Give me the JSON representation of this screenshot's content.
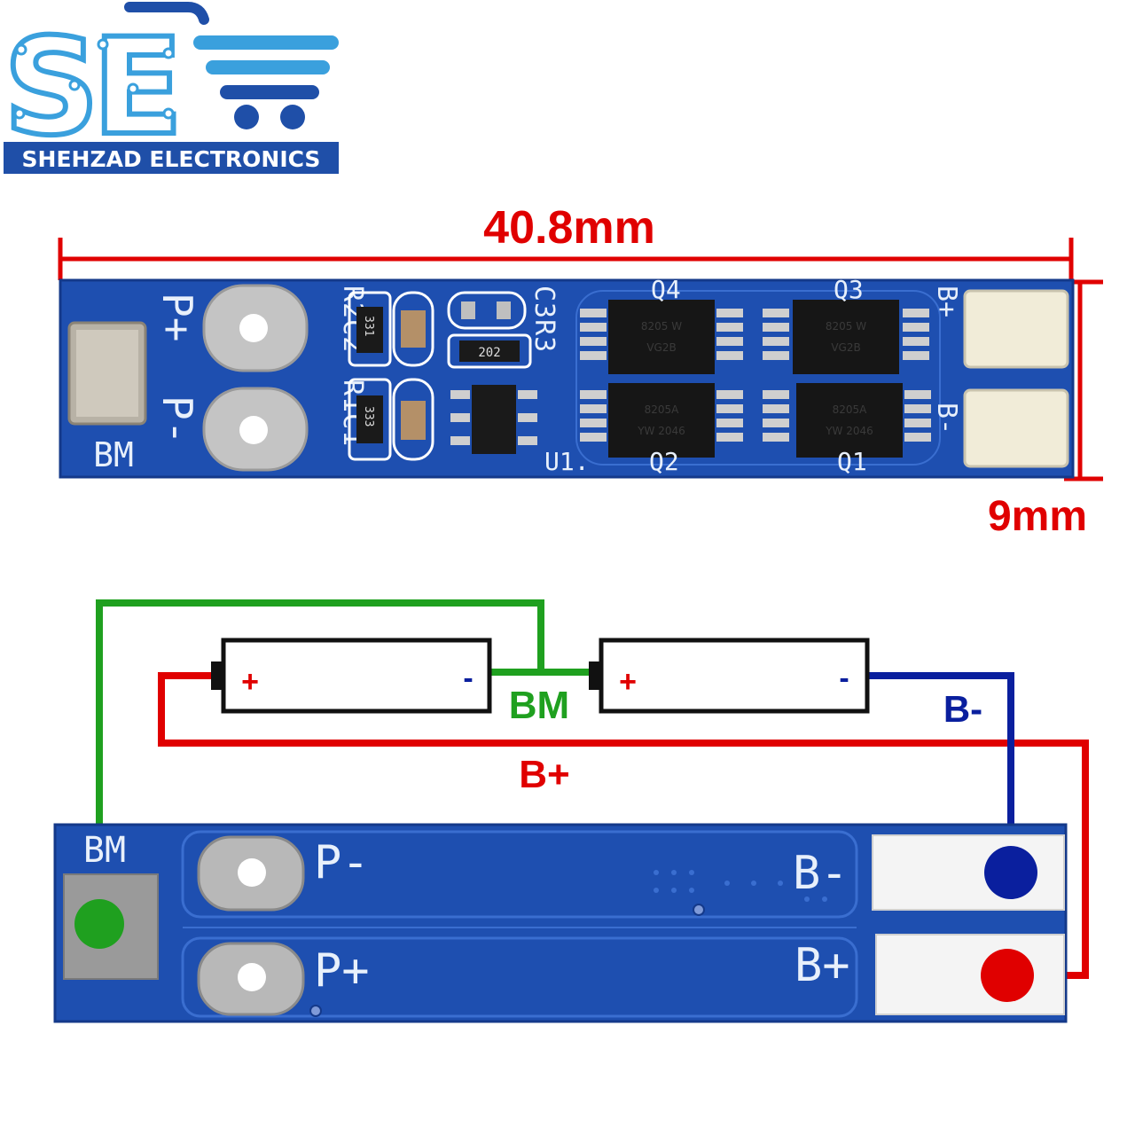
{
  "brand": {
    "logo_letters": "SE",
    "name": "SHEHZAD ELECTRONICS",
    "colors": {
      "light": "#3aa0dd",
      "dark": "#1f4fa8"
    }
  },
  "dimensions": {
    "width": "40.8mm",
    "height": "9mm",
    "color": "#e00000"
  },
  "top_board": {
    "labels": {
      "p_plus": "P+",
      "p_minus": "P-",
      "bm": "BM",
      "b_plus": "B+",
      "b_minus": "B-",
      "r2c2": "R2C2",
      "r1c1": "R1C1",
      "c3r3": "C3R3",
      "q4": "Q4",
      "q3": "Q3",
      "q2": "Q2",
      "q1": "Q1",
      "u1": "U1.",
      "res_331": "331",
      "res_333": "333",
      "res_202": "202"
    },
    "chip_text": {
      "q4": [
        "8205 W",
        "VG2B"
      ],
      "q3": [
        "8205 W",
        "VG2B"
      ],
      "q2": [
        "8205A",
        "YW 2046"
      ],
      "q1": [
        "8205A",
        "YW 2046"
      ]
    },
    "color": "#1e4fb0"
  },
  "wiring": {
    "cell_plus": "+",
    "cell_minus": "-",
    "bm": "BM",
    "b_plus": "B+",
    "b_minus": "B-",
    "colors": {
      "bm": "#1fa01f",
      "b_plus": "#e00000",
      "b_minus": "#0a1f9e"
    }
  },
  "bottom_board": {
    "labels": {
      "bm": "BM",
      "p_minus": "P-",
      "p_plus": "P+",
      "b_minus": "B-",
      "b_plus": "B+"
    },
    "color": "#1e4fb0"
  }
}
